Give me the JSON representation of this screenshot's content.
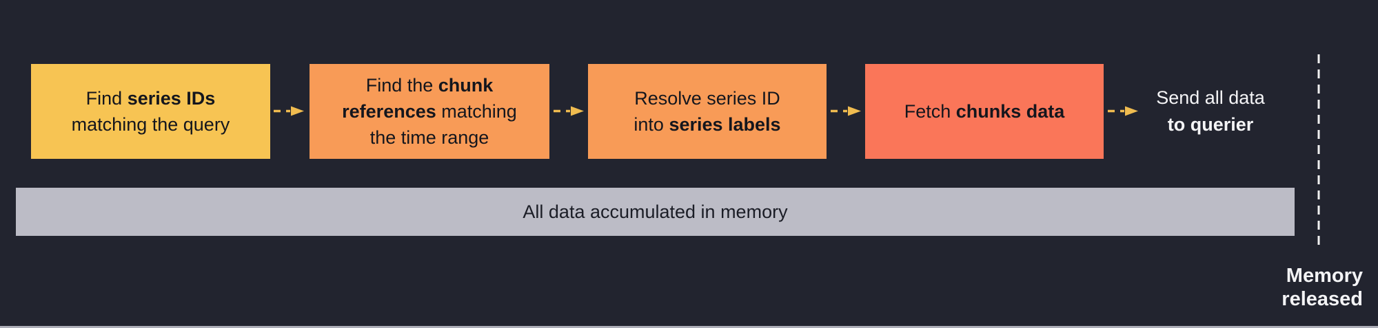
{
  "colors": {
    "bg": "#22242F",
    "arrow": "#F0BC50",
    "bar-bg": "#BCBCC6",
    "bar-text": "#1B1D26",
    "box-text": "#14161D",
    "white-text": "#F4F4F6",
    "divider": "#F2F2F2",
    "bottom-divider": "#BDBEC8"
  },
  "flow": {
    "steps": [
      {
        "name": "find-series-ids",
        "color": "#F7C453",
        "lines": [
          "Find **series IDs**",
          "matching the query"
        ]
      },
      {
        "name": "find-chunk-references",
        "color": "#F89B57",
        "lines": [
          "Find the **chunk**",
          "**references** matching",
          "the time range"
        ]
      },
      {
        "name": "resolve-series-labels",
        "color": "#F89B57",
        "lines": [
          "Resolve series ID",
          "into **series labels**"
        ]
      },
      {
        "name": "fetch-chunks-data",
        "color": "#FA7659",
        "lines": [
          "Fetch **chunks data**"
        ]
      }
    ],
    "result": {
      "lines": [
        "Send all data",
        "**to querier**"
      ]
    }
  },
  "memory_bar": {
    "label": "All data accumulated in memory"
  },
  "release_marker": {
    "lines": [
      "Memory",
      "released"
    ]
  }
}
